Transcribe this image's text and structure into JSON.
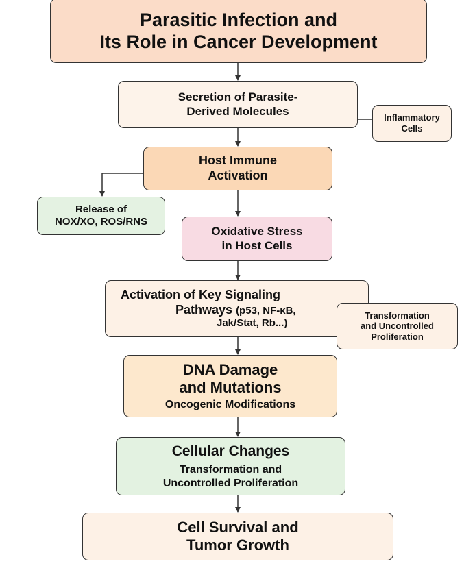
{
  "colors": {
    "title": "#fbdcc8",
    "secretion": "#fdf3ea",
    "inflammatory": "#fdf1e6",
    "host_immune": "#fbd8b6",
    "release": "#e4f2e2",
    "oxidative": "#f8dbe3",
    "activation": "#fdf1e6",
    "transformation": "#fdf1e6",
    "dna": "#fde8cd",
    "cellular": "#e3f2e1",
    "survival": "#fdf1e6",
    "line": "#333333"
  },
  "nodes": {
    "title": {
      "line1": "Parasitic Infection and",
      "line2": "Its Role in Cancer Development"
    },
    "secretion": {
      "line1": "Secretion of Parasite-",
      "line2": "Derived Molecules"
    },
    "inflammatory": {
      "line1": "Inflammatory",
      "line2": "Cells"
    },
    "host_immune": {
      "line1": "Host Immune",
      "line2": "Activation"
    },
    "release": {
      "line1": "Release of",
      "line2": "NOX/XO, ROS/RNS"
    },
    "oxidative": {
      "line1": "Oxidative Stress",
      "line2": "in Host Cells"
    },
    "activation": {
      "line1": "Activation of Key Signaling",
      "line2_main": "Pathways",
      "line2_sub": "(p53, NF-κB,",
      "line3": "Jak/Stat, Rb...)"
    },
    "transformation": {
      "line1": "Transformation",
      "line2": "and Uncontrolled",
      "line3": "Proliferation"
    },
    "dna": {
      "line1": "DNA Damage",
      "line2": "and Mutations",
      "line3": "Oncogenic Modifications"
    },
    "cellular": {
      "line1": "Cellular Changes",
      "line2": "Transformation and",
      "line3": "Uncontrolled Proliferation"
    },
    "survival": {
      "line1": "Cell Survival and",
      "line2": "Tumor Growth"
    }
  }
}
